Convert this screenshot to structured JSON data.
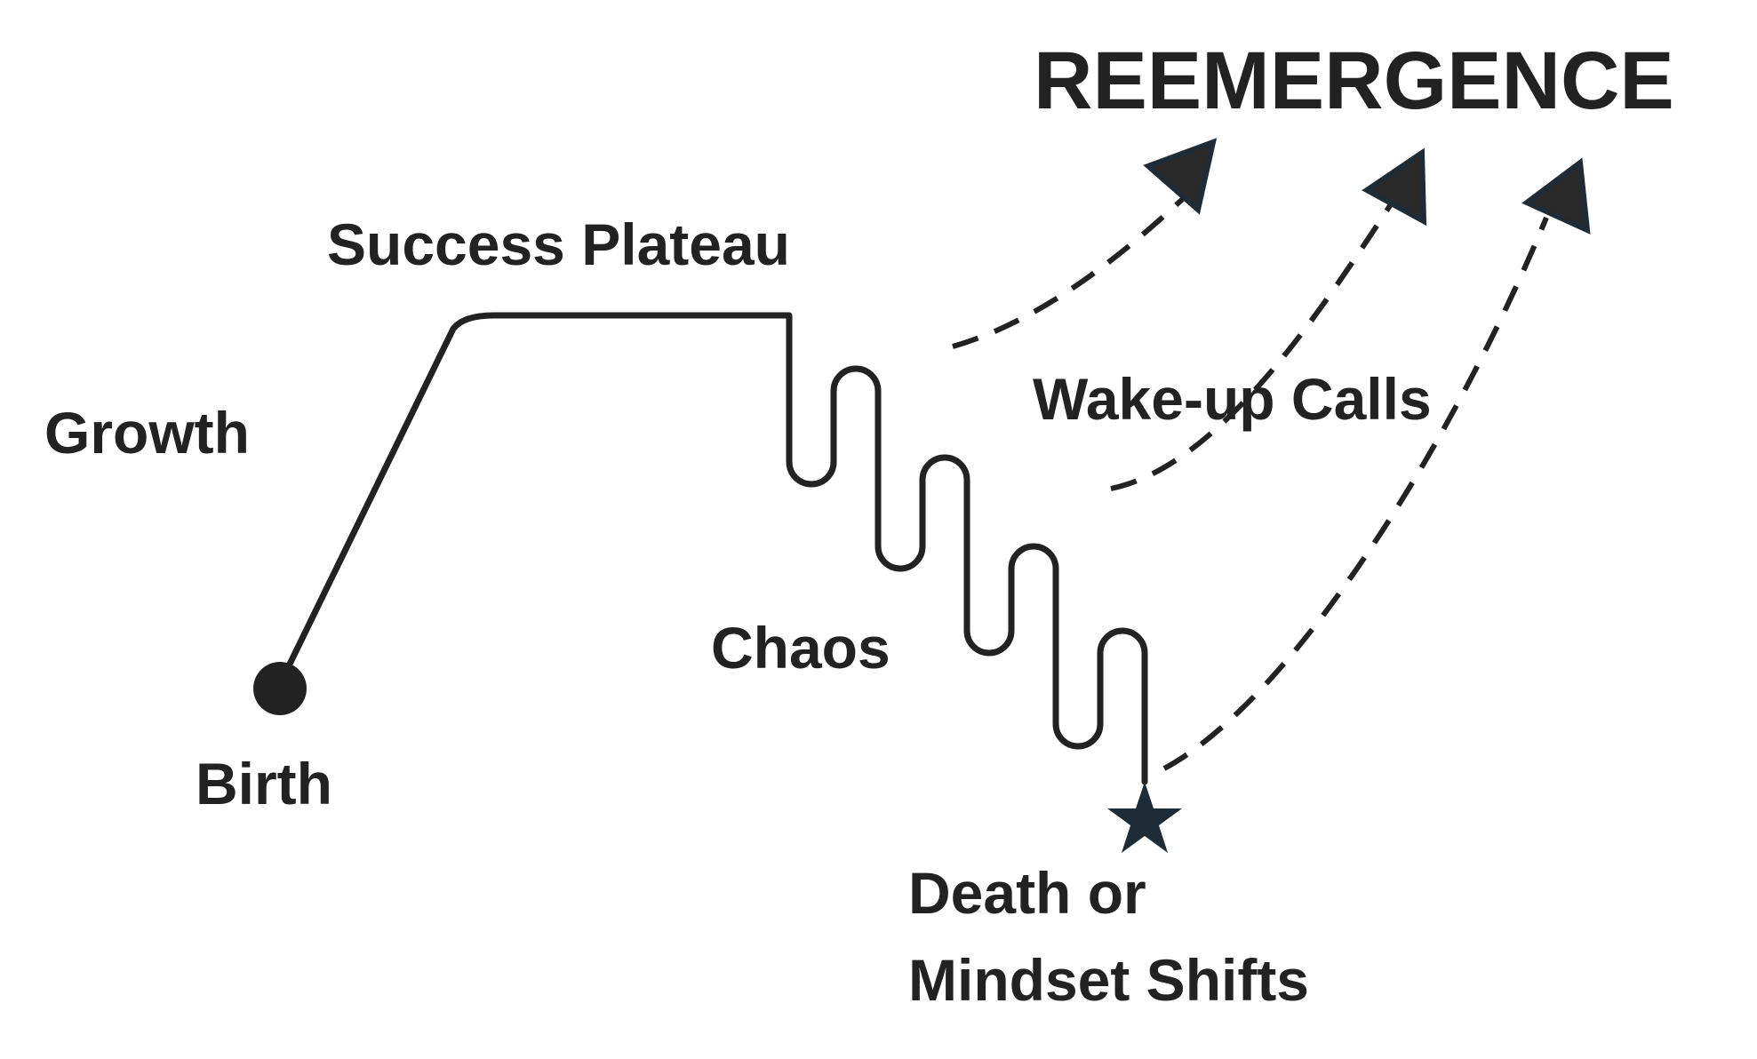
{
  "diagram": {
    "title": "REEMERGENCE",
    "labels": {
      "birth": "Birth",
      "growth": "Growth",
      "success_plateau": "Success Plateau",
      "chaos": "Chaos",
      "wake_up_calls": "Wake-up Calls",
      "death_line1": "Death or",
      "death_line2": "Mindset Shifts"
    },
    "markers": {
      "start": "circle",
      "end": "star"
    },
    "colors": {
      "ink": "#222222",
      "arrowhead_outline": "#1e2c38"
    }
  }
}
